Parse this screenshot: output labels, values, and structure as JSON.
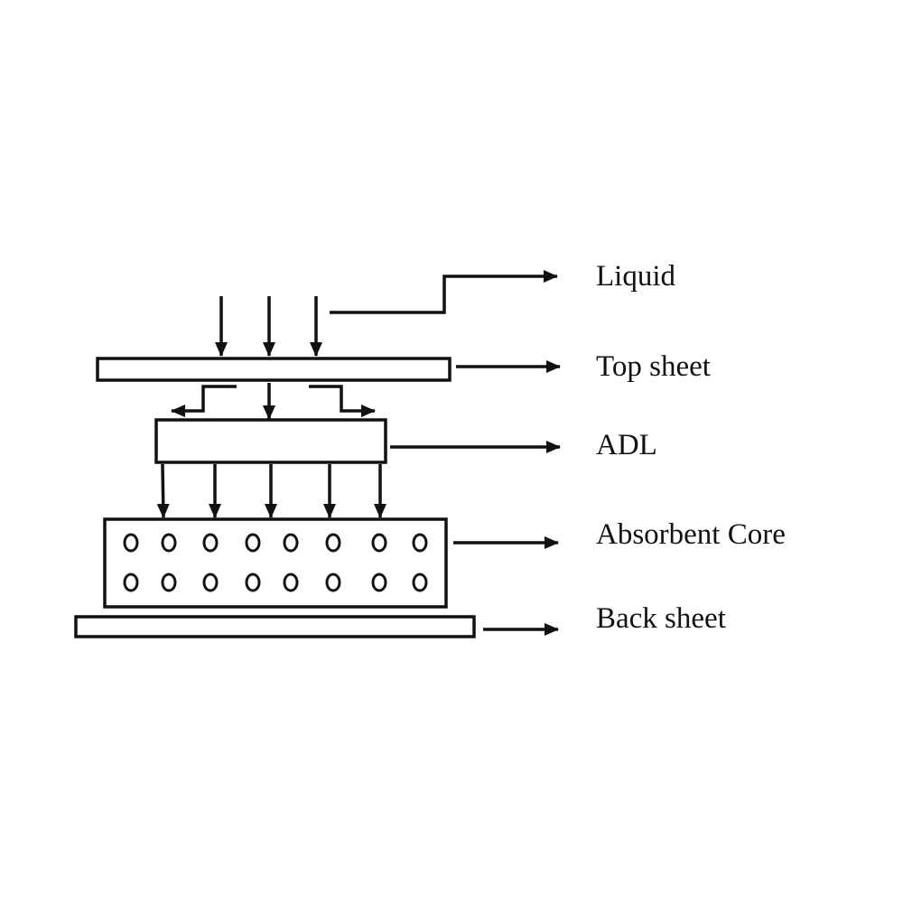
{
  "diagram": {
    "labels": {
      "liquid": "Liquid",
      "top_sheet": "Top sheet",
      "adl": "ADL",
      "absorbent_core": "Absorbent Core",
      "back_sheet": "Back sheet"
    },
    "colors": {
      "stroke": "#111111",
      "background": "#ffffff"
    }
  }
}
